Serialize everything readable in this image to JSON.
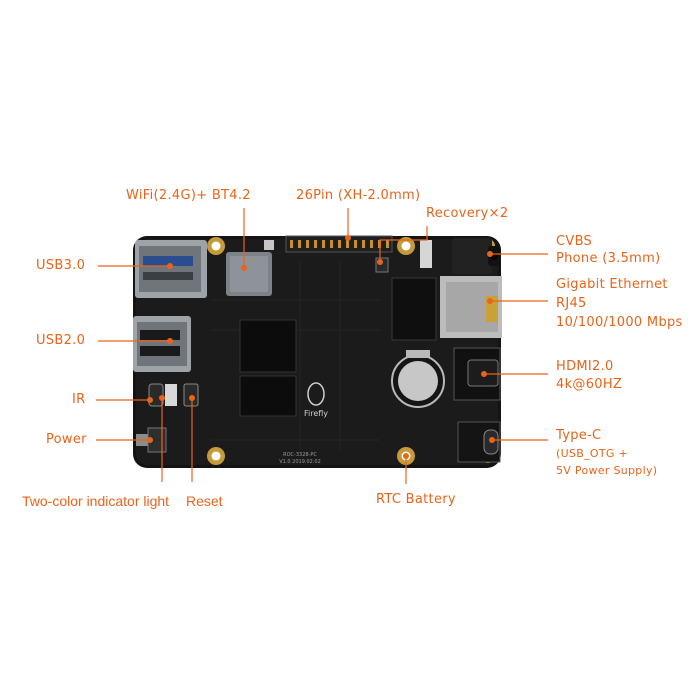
{
  "colors": {
    "label": "#e8641a",
    "board": "#131313",
    "leader": "#e8641a"
  },
  "labels": {
    "wifi": "WiFi(2.4G)+ BT4.2",
    "pin26": "26Pin (XH-2.0mm)",
    "recovery": "Recovery×2",
    "cvbs_line1": "CVBS",
    "cvbs_line2": "Phone (3.5mm)",
    "eth_line1": "Gigabit Ethernet",
    "eth_line2": "RJ45",
    "eth_line3": "10/100/1000 Mbps",
    "usb3": "USB3.0",
    "usb2": "USB2.0",
    "ir": "IR",
    "power": "Power",
    "hdmi_line1": "HDMI2.0",
    "hdmi_line2": "4k@60HZ",
    "typec_line1": "Type-C",
    "typec_line2": "(USB_OTG +",
    "typec_line3": "5V Power Supply)",
    "indicator": "Two-color indicator light",
    "reset": "Reset",
    "rtc": "RTC Battery"
  },
  "board_marks": {
    "brand": "Firefly",
    "model": "ROC-3328-PC",
    "version": "V1.0 2019.02.02"
  }
}
